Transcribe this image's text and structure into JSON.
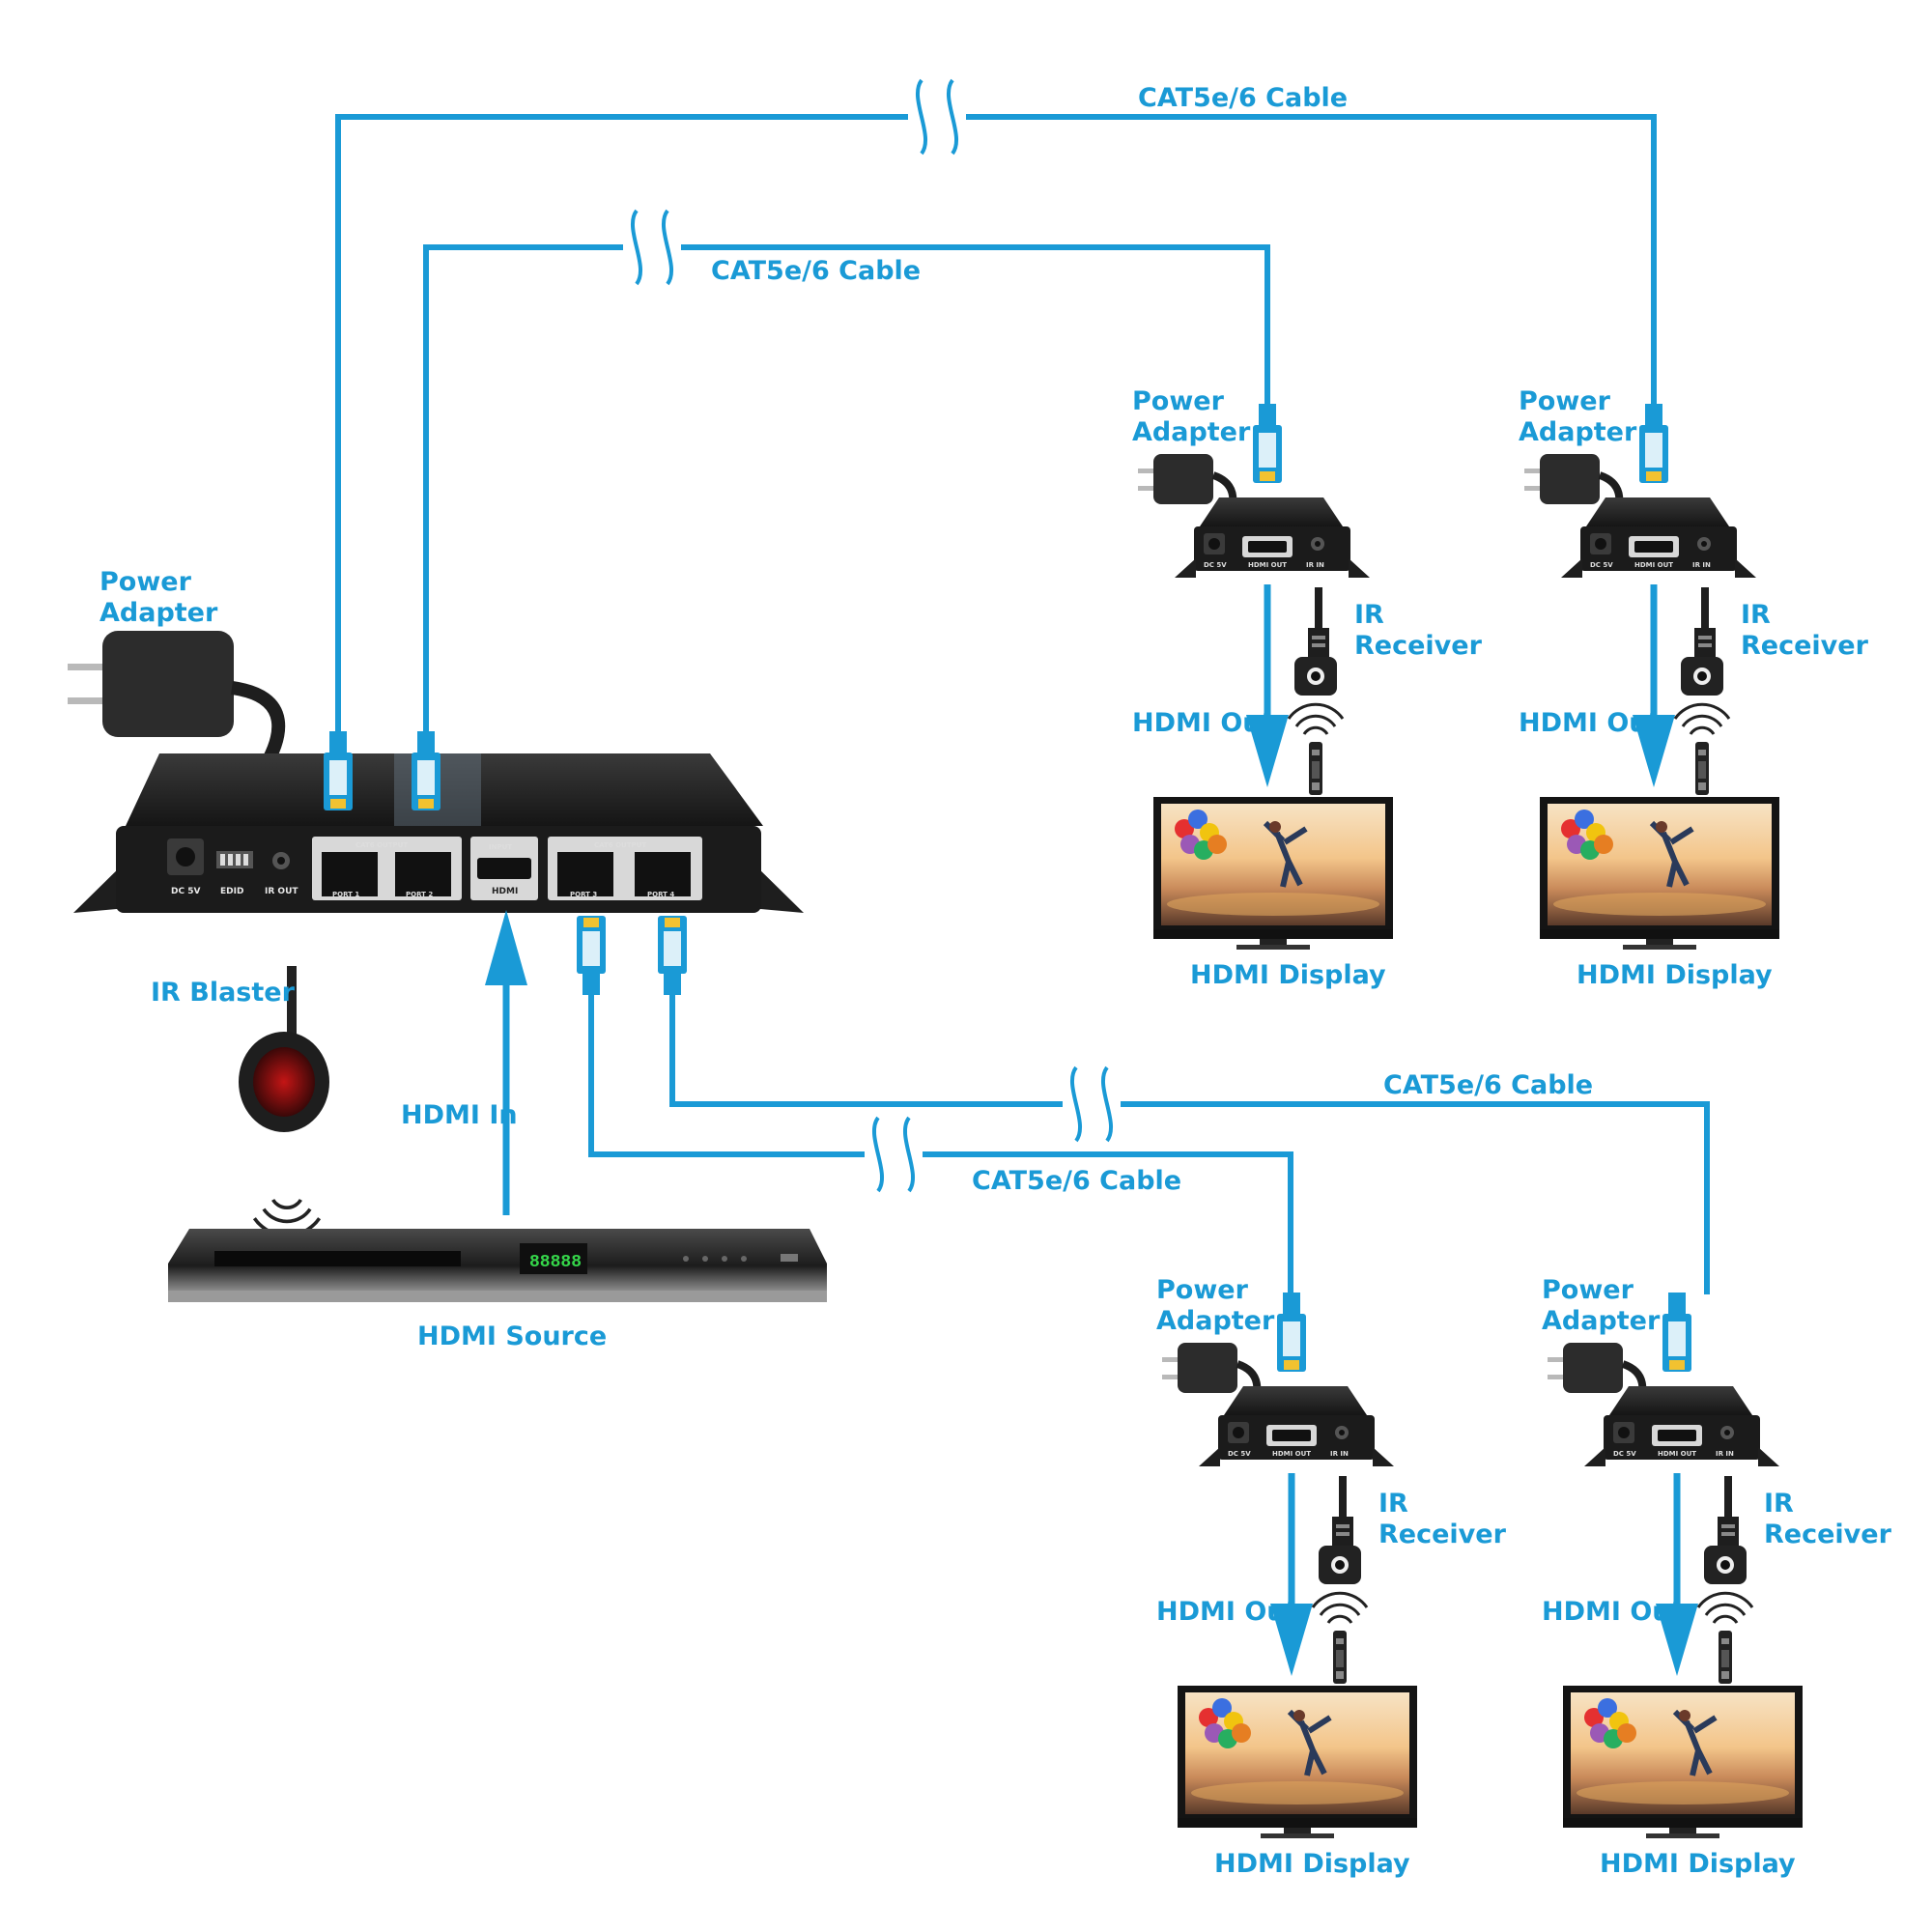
{
  "accent_color": "#1a9ad6",
  "labels": {
    "cable_top": "CAT5e/6 Cable",
    "cable_second": "CAT5e/6 Cable",
    "cable_lower_right": "CAT5e/6 Cable",
    "cable_lower_left": "CAT5e/6 Cable",
    "power_adapter_line1": "Power",
    "power_adapter_line2": "Adapter",
    "ir_blaster": "IR Blaster",
    "hdmi_in": "HDMI In",
    "hdmi_source": "HDMI Source",
    "ir_line1": "IR",
    "ir_line2": "Receiver",
    "hdmi_out": "HDMI Out",
    "hdmi_display": "HDMI Display"
  },
  "splitter": {
    "dc": "DC 5V",
    "edid": "EDID",
    "ir_out": "IR OUT",
    "cat6_output": "CAT6 OUTPUT",
    "input": "INPUT",
    "hdmi": "HDMI",
    "port1": "PORT 1",
    "port2": "PORT 2",
    "port3": "PORT 3",
    "port4": "PORT 4"
  },
  "receiver": {
    "dc": "DC 5V",
    "hdmi_out": "HDMI OUT",
    "ir_in": "IR IN"
  },
  "player": {
    "display": "88888"
  }
}
